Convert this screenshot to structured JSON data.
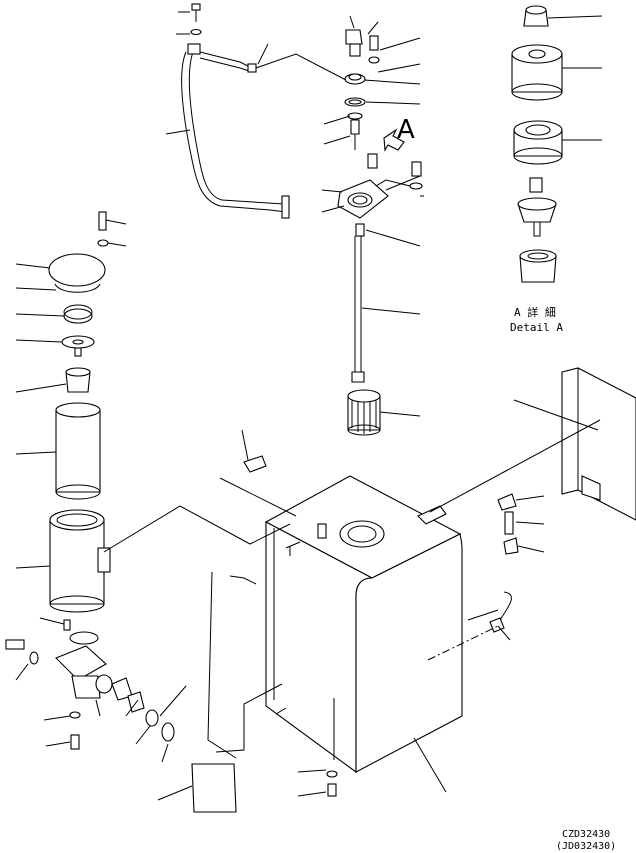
{
  "view_marker": "A",
  "detail_label_jp": "A 詳 細",
  "detail_label_en": "Detail A",
  "drawing_code": "CZD32430",
  "drawing_code_alt": "(JD032430)"
}
